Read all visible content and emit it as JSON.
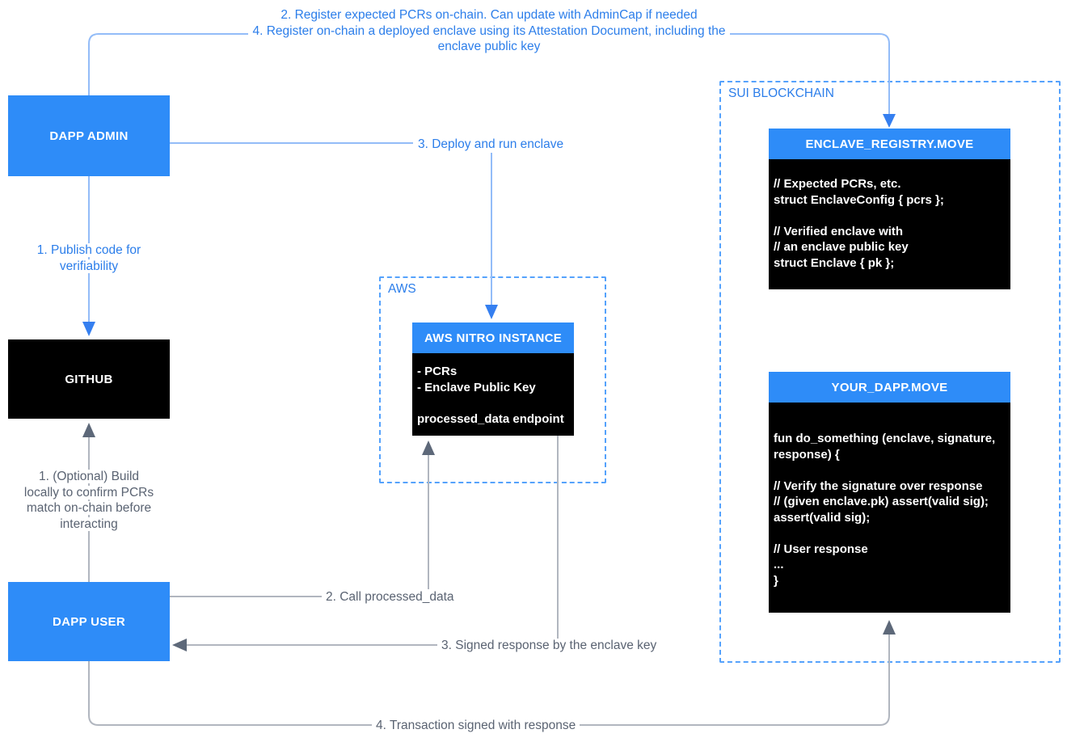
{
  "colors": {
    "box_blue": "#2e8cf8",
    "box_black": "#000000",
    "blue_label_text": "#2c7eea",
    "blue_line": "#93bcf8",
    "blue_arrowhead": "#357ff0",
    "gray_line": "#b1b6bf",
    "gray_arrowhead": "#5d6879",
    "gray_label_text": "#5a6372",
    "dashed_region_border": "#55a2fc",
    "background": "#ffffff"
  },
  "nodes": {
    "dapp_admin": {
      "label": "DAPP ADMIN"
    },
    "github": {
      "label": "GITHUB"
    },
    "dapp_user": {
      "label": "DAPP USER"
    },
    "aws_region": {
      "label": "AWS"
    },
    "sui_region": {
      "label": "SUI BLOCKCHAIN"
    },
    "aws_nitro": {
      "title": "AWS NITRO INSTANCE",
      "lines": [
        "- PCRs",
        "- Enclave Public Key",
        "",
        "processed_data endpoint"
      ]
    },
    "enclave_registry": {
      "title": "ENCLAVE_REGISTRY.MOVE",
      "lines": [
        "// Expected PCRs, etc.",
        "struct EnclaveConfig { pcrs };",
        "",
        "// Verified enclave with",
        "// an enclave public key",
        "struct Enclave { pk };"
      ]
    },
    "your_dapp": {
      "title": "YOUR_DAPP.MOVE",
      "lines": [
        "fun do_something (enclave, signature,",
        "response) {",
        "",
        "// Verify the signature over response",
        "// (given enclave.pk) assert(valid sig);",
        "assert(valid sig);",
        "",
        "// User response",
        "...",
        "}"
      ]
    }
  },
  "edges": {
    "register": {
      "lines": [
        "2. Register expected PCRs on-chain. Can update with AdminCap if needed",
        "4. Register on-chain a deployed enclave using its Attestation Document, including the",
        "enclave public key"
      ]
    },
    "deploy": {
      "lines": [
        "3. Deploy and run enclave"
      ]
    },
    "publish": {
      "lines": [
        "1. Publish code for",
        "verifiability"
      ]
    },
    "optional_build": {
      "lines": [
        "1. (Optional) Build",
        "locally to confirm PCRs",
        "match on-chain before",
        "interacting"
      ]
    },
    "call_processed_data": {
      "lines": [
        "2. Call processed_data"
      ]
    },
    "signed_response": {
      "lines": [
        "3. Signed response by the enclave key"
      ]
    },
    "transaction": {
      "lines": [
        "4. Transaction signed with response"
      ]
    }
  }
}
